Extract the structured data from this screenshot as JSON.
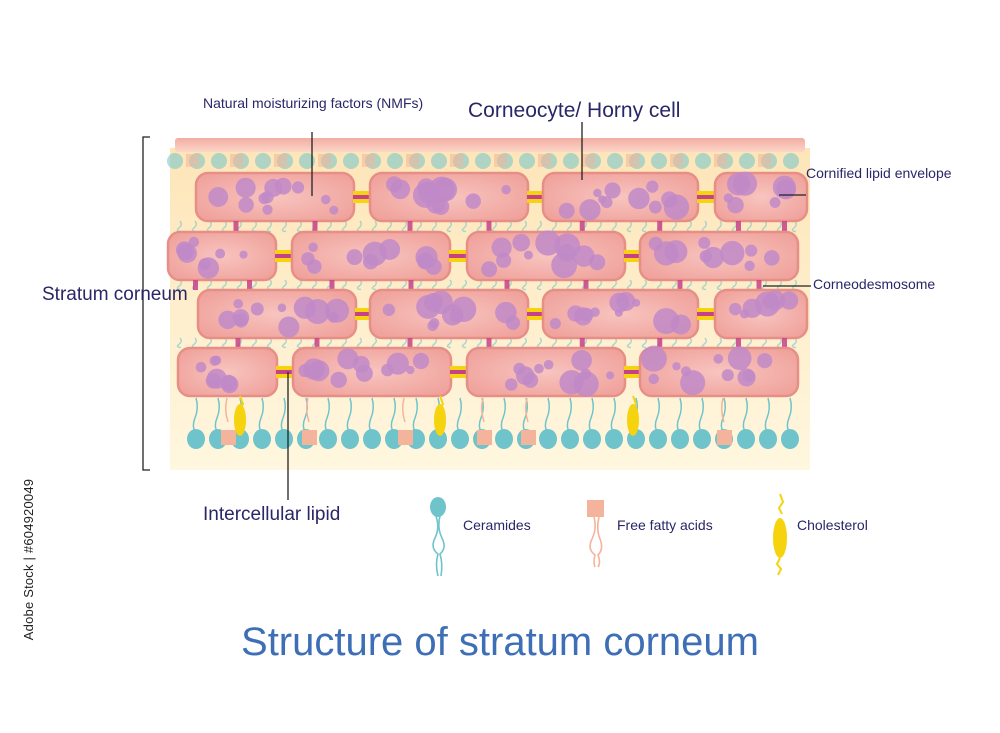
{
  "labels": {
    "nmf": "Natural moisturizing factors (NMFs)",
    "corneocyte": "Corneocyte/ Horny cell",
    "cornified": "Cornified lipid envelope",
    "desmosome": "Corneodesmosome",
    "stratum": "Stratum corneum",
    "intercellular": "Intercellular lipid"
  },
  "legend": {
    "ceramides": "Ceramides",
    "fatty_acids": "Free fatty acids",
    "cholesterol": "Cholesterol"
  },
  "title": "Structure of stratum corneum",
  "stock_id": "Adobe Stock | #604920049",
  "colors": {
    "cell_fill": "#f2aaa6",
    "cell_border": "#e78f86",
    "nucleus": "#c08ac8",
    "lipid_bg": "#fde9b8",
    "ceramide": "#6fc4cc",
    "fatty_acid": "#f4b49b",
    "cholesterol": "#f5d30f",
    "desmosome": "#c7418a",
    "text": "#2a2668",
    "title": "#3e6fb6"
  }
}
